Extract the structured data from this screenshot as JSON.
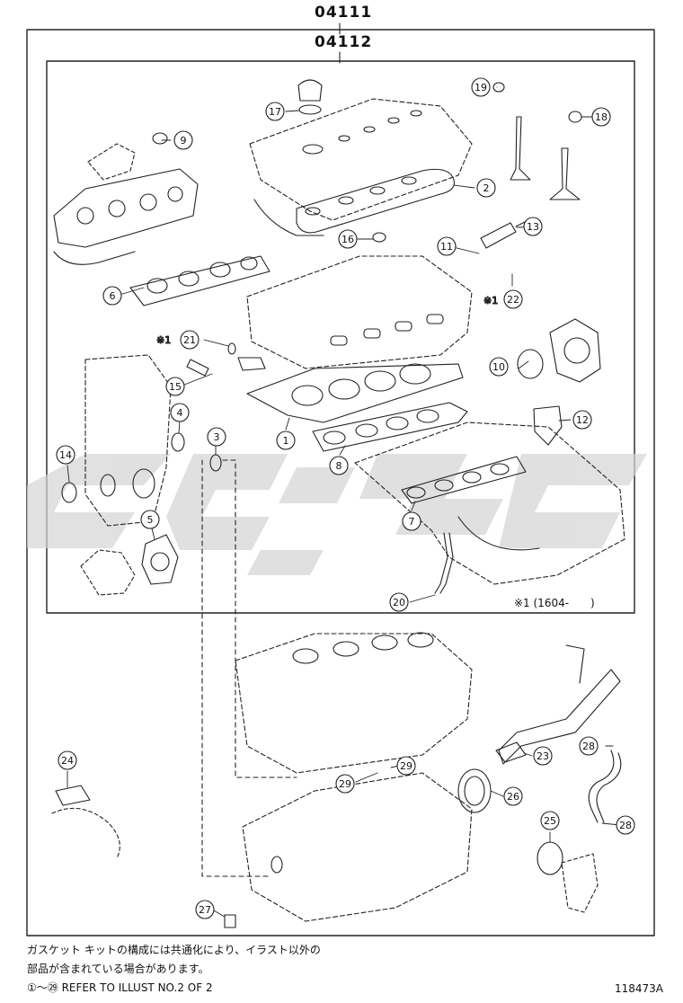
{
  "kit_numbers": {
    "outer": "04111",
    "inner": "04112"
  },
  "notes": {
    "japanese_line_1": "ガスケット キットの構成には共通化により、イラスト以外の",
    "japanese_line_2": "部品が含まれている場合があります。",
    "refer_range": "①～㉙ REFER TO ILLUST NO.2 OF 2"
  },
  "illustration_number": "118473A",
  "superseded_note": "※1 (1604-　　)",
  "marker_symbol": "※1",
  "callouts": [
    {
      "id": "c1",
      "label": "1"
    },
    {
      "id": "c2",
      "label": "2"
    },
    {
      "id": "c3",
      "label": "3"
    },
    {
      "id": "c4",
      "label": "4"
    },
    {
      "id": "c5",
      "label": "5"
    },
    {
      "id": "c6",
      "label": "6"
    },
    {
      "id": "c7",
      "label": "7"
    },
    {
      "id": "c8",
      "label": "8"
    },
    {
      "id": "c9",
      "label": "9"
    },
    {
      "id": "c10",
      "label": "10"
    },
    {
      "id": "c11",
      "label": "11"
    },
    {
      "id": "c12",
      "label": "12"
    },
    {
      "id": "c13",
      "label": "13"
    },
    {
      "id": "c14",
      "label": "14"
    },
    {
      "id": "c15",
      "label": "15"
    },
    {
      "id": "c16",
      "label": "16"
    },
    {
      "id": "c17",
      "label": "17"
    },
    {
      "id": "c18",
      "label": "18"
    },
    {
      "id": "c19",
      "label": "19"
    },
    {
      "id": "c20",
      "label": "20"
    },
    {
      "id": "c21",
      "label": "21"
    },
    {
      "id": "c22",
      "label": "22"
    },
    {
      "id": "c23",
      "label": "23"
    },
    {
      "id": "c24",
      "label": "24"
    },
    {
      "id": "c25",
      "label": "25"
    },
    {
      "id": "c26",
      "label": "26"
    },
    {
      "id": "c27",
      "label": "27"
    },
    {
      "id": "c28a",
      "label": "28"
    },
    {
      "id": "c28b",
      "label": "28"
    },
    {
      "id": "c29a",
      "label": "29"
    },
    {
      "id": "c29b",
      "label": "29"
    }
  ]
}
